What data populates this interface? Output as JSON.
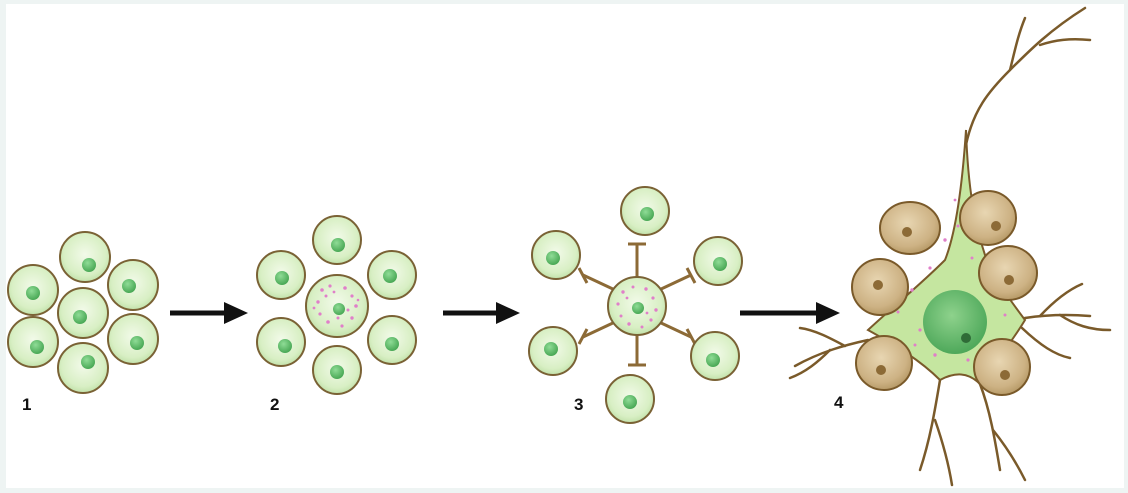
{
  "diagram": {
    "stages": [
      {
        "label": "1"
      },
      {
        "label": "2"
      },
      {
        "label": "3"
      },
      {
        "label": "4"
      }
    ]
  },
  "colors": {
    "cell_fill": "#d8efc4",
    "cell_stroke": "#7a6235",
    "nucleus": "#6fcb7c",
    "granule": "#e07fc9",
    "support_cell_fill": "#c9ad7a",
    "support_nucleus": "#8c6a36",
    "neuron_body": "#c5e6a0",
    "neuron_nucleus": "#64bb6b",
    "neurite": "#7a5a2a",
    "arrow": "#111111"
  },
  "icons": [
    "arrow-right-icon",
    "arrow-right-icon",
    "arrow-right-icon"
  ]
}
